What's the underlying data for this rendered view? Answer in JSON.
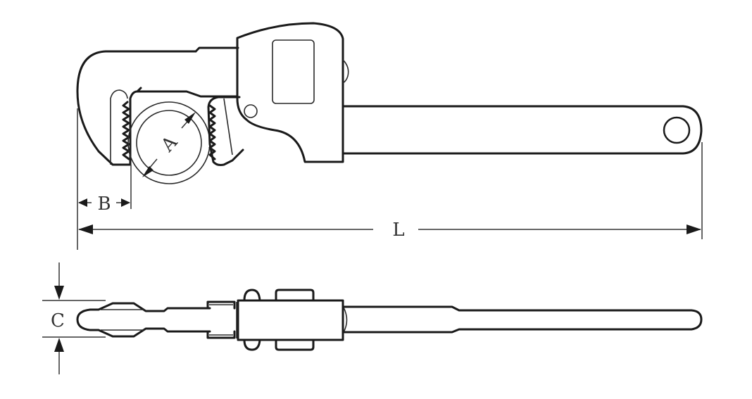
{
  "diagram": {
    "subject": "Pipe wrench dimension drawing",
    "views": [
      "side-view",
      "top-view"
    ],
    "dimension_labels": {
      "A": "A",
      "B": "B",
      "L": "L",
      "C": "C"
    },
    "colors": {
      "line": "#1a1a1a",
      "background": "#ffffff"
    }
  }
}
